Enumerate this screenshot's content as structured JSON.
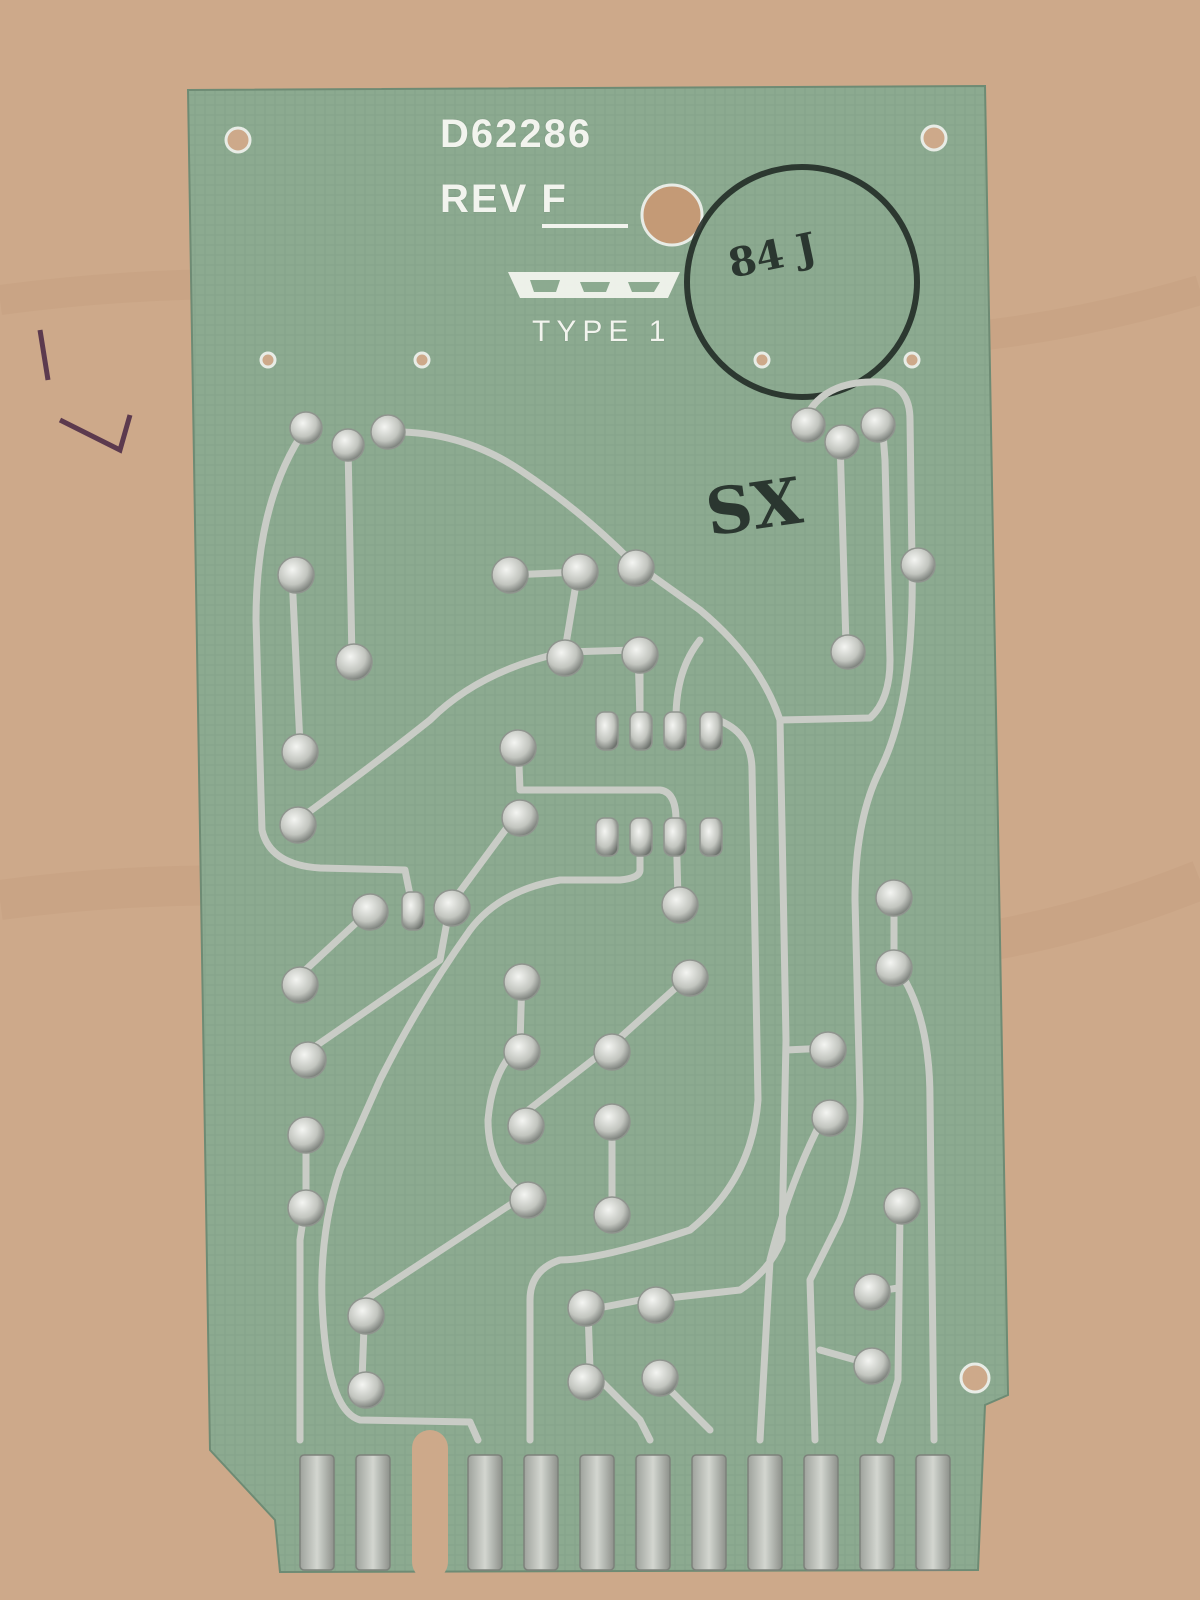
{
  "board": {
    "part_number": "D62286",
    "revision": "REV F",
    "type_label": "TYPE 1",
    "stamp_code": "84 J",
    "inspector_mark": "SX"
  },
  "icons": {
    "manufacturer_logo": "manufacturer-logo-icon",
    "inspection_stamp": "inspection-stamp-icon"
  },
  "colors": {
    "background": "#cda98a",
    "board": "#8aa88e",
    "traces": "#c9ccc6",
    "ink": "#1b2420"
  }
}
